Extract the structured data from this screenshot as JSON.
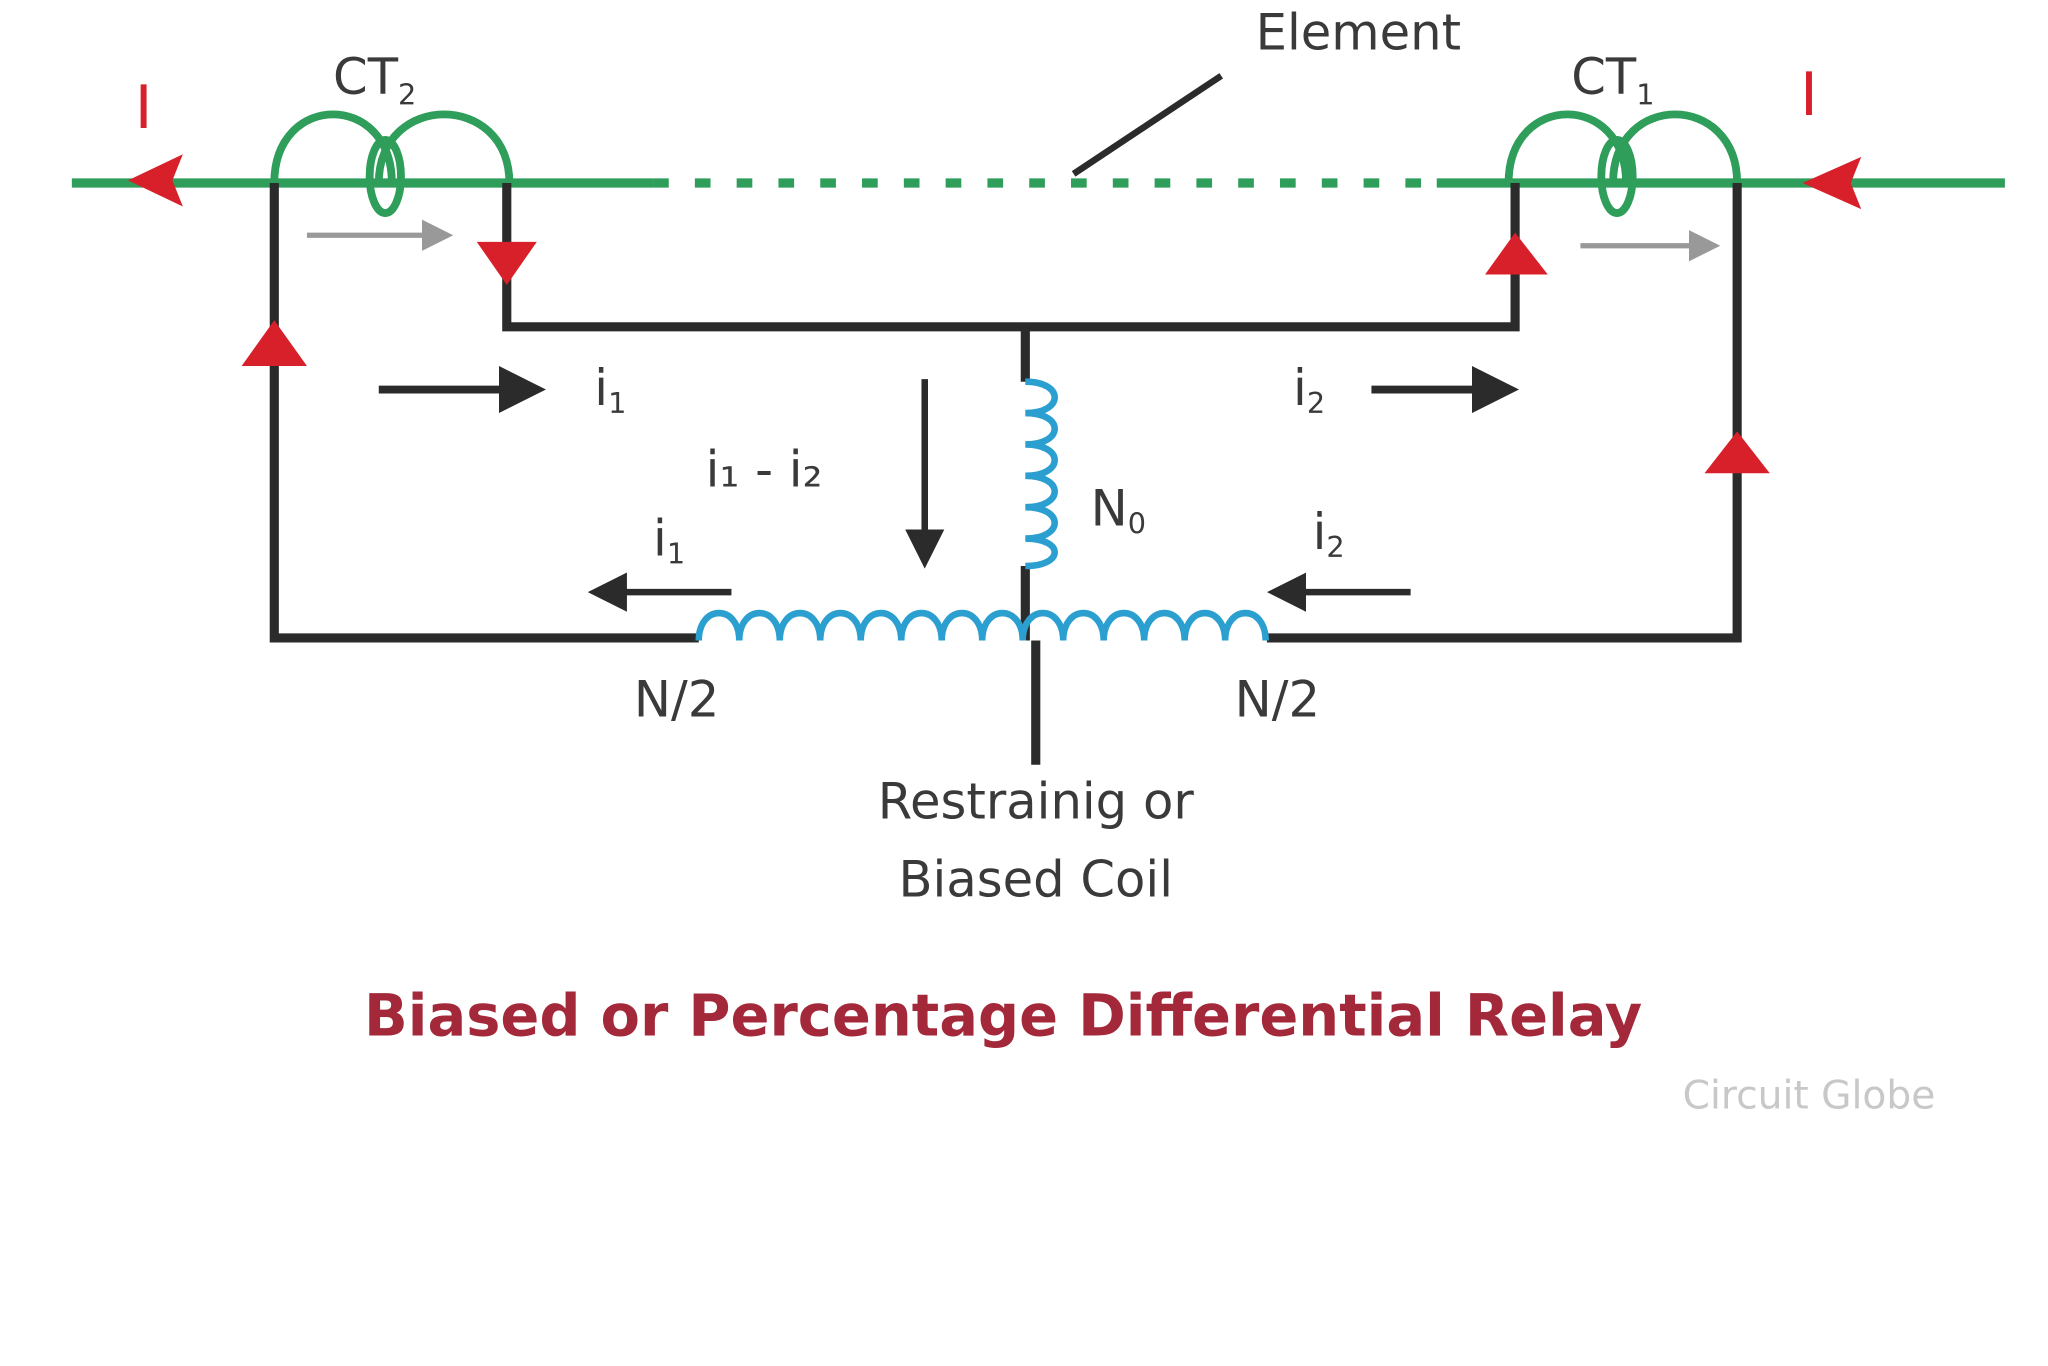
{
  "diagram": {
    "title": "Biased or Percentage Differential Relay",
    "watermark": "Circuit Globe",
    "labels": {
      "element": "Element",
      "ct2": "CT",
      "ct2_sub": "2",
      "ct1": "CT",
      "ct1_sub": "1",
      "current_left": "I",
      "current_right": "I",
      "i1_top": "i",
      "i1_top_sub": "1",
      "i2_top": "i",
      "i2_top_sub": "2",
      "diff": "i₁ - i₂",
      "i1_bottom": "i",
      "i1_bottom_sub": "1",
      "i2_bottom": "i",
      "i2_bottom_sub": "2",
      "n0": "N",
      "n0_sub": "0",
      "n_half_left": "N/2",
      "n_half_right": "N/2",
      "coil_line1": "Restrainig or",
      "coil_line2": "Biased Coil"
    },
    "colors": {
      "line": "#2e9e5a",
      "wire": "#2b2b2b",
      "coil": "#2a9fd0",
      "arrow": "#d8202a",
      "title": "#a3283a",
      "watermark": "#c8c8c8"
    }
  }
}
